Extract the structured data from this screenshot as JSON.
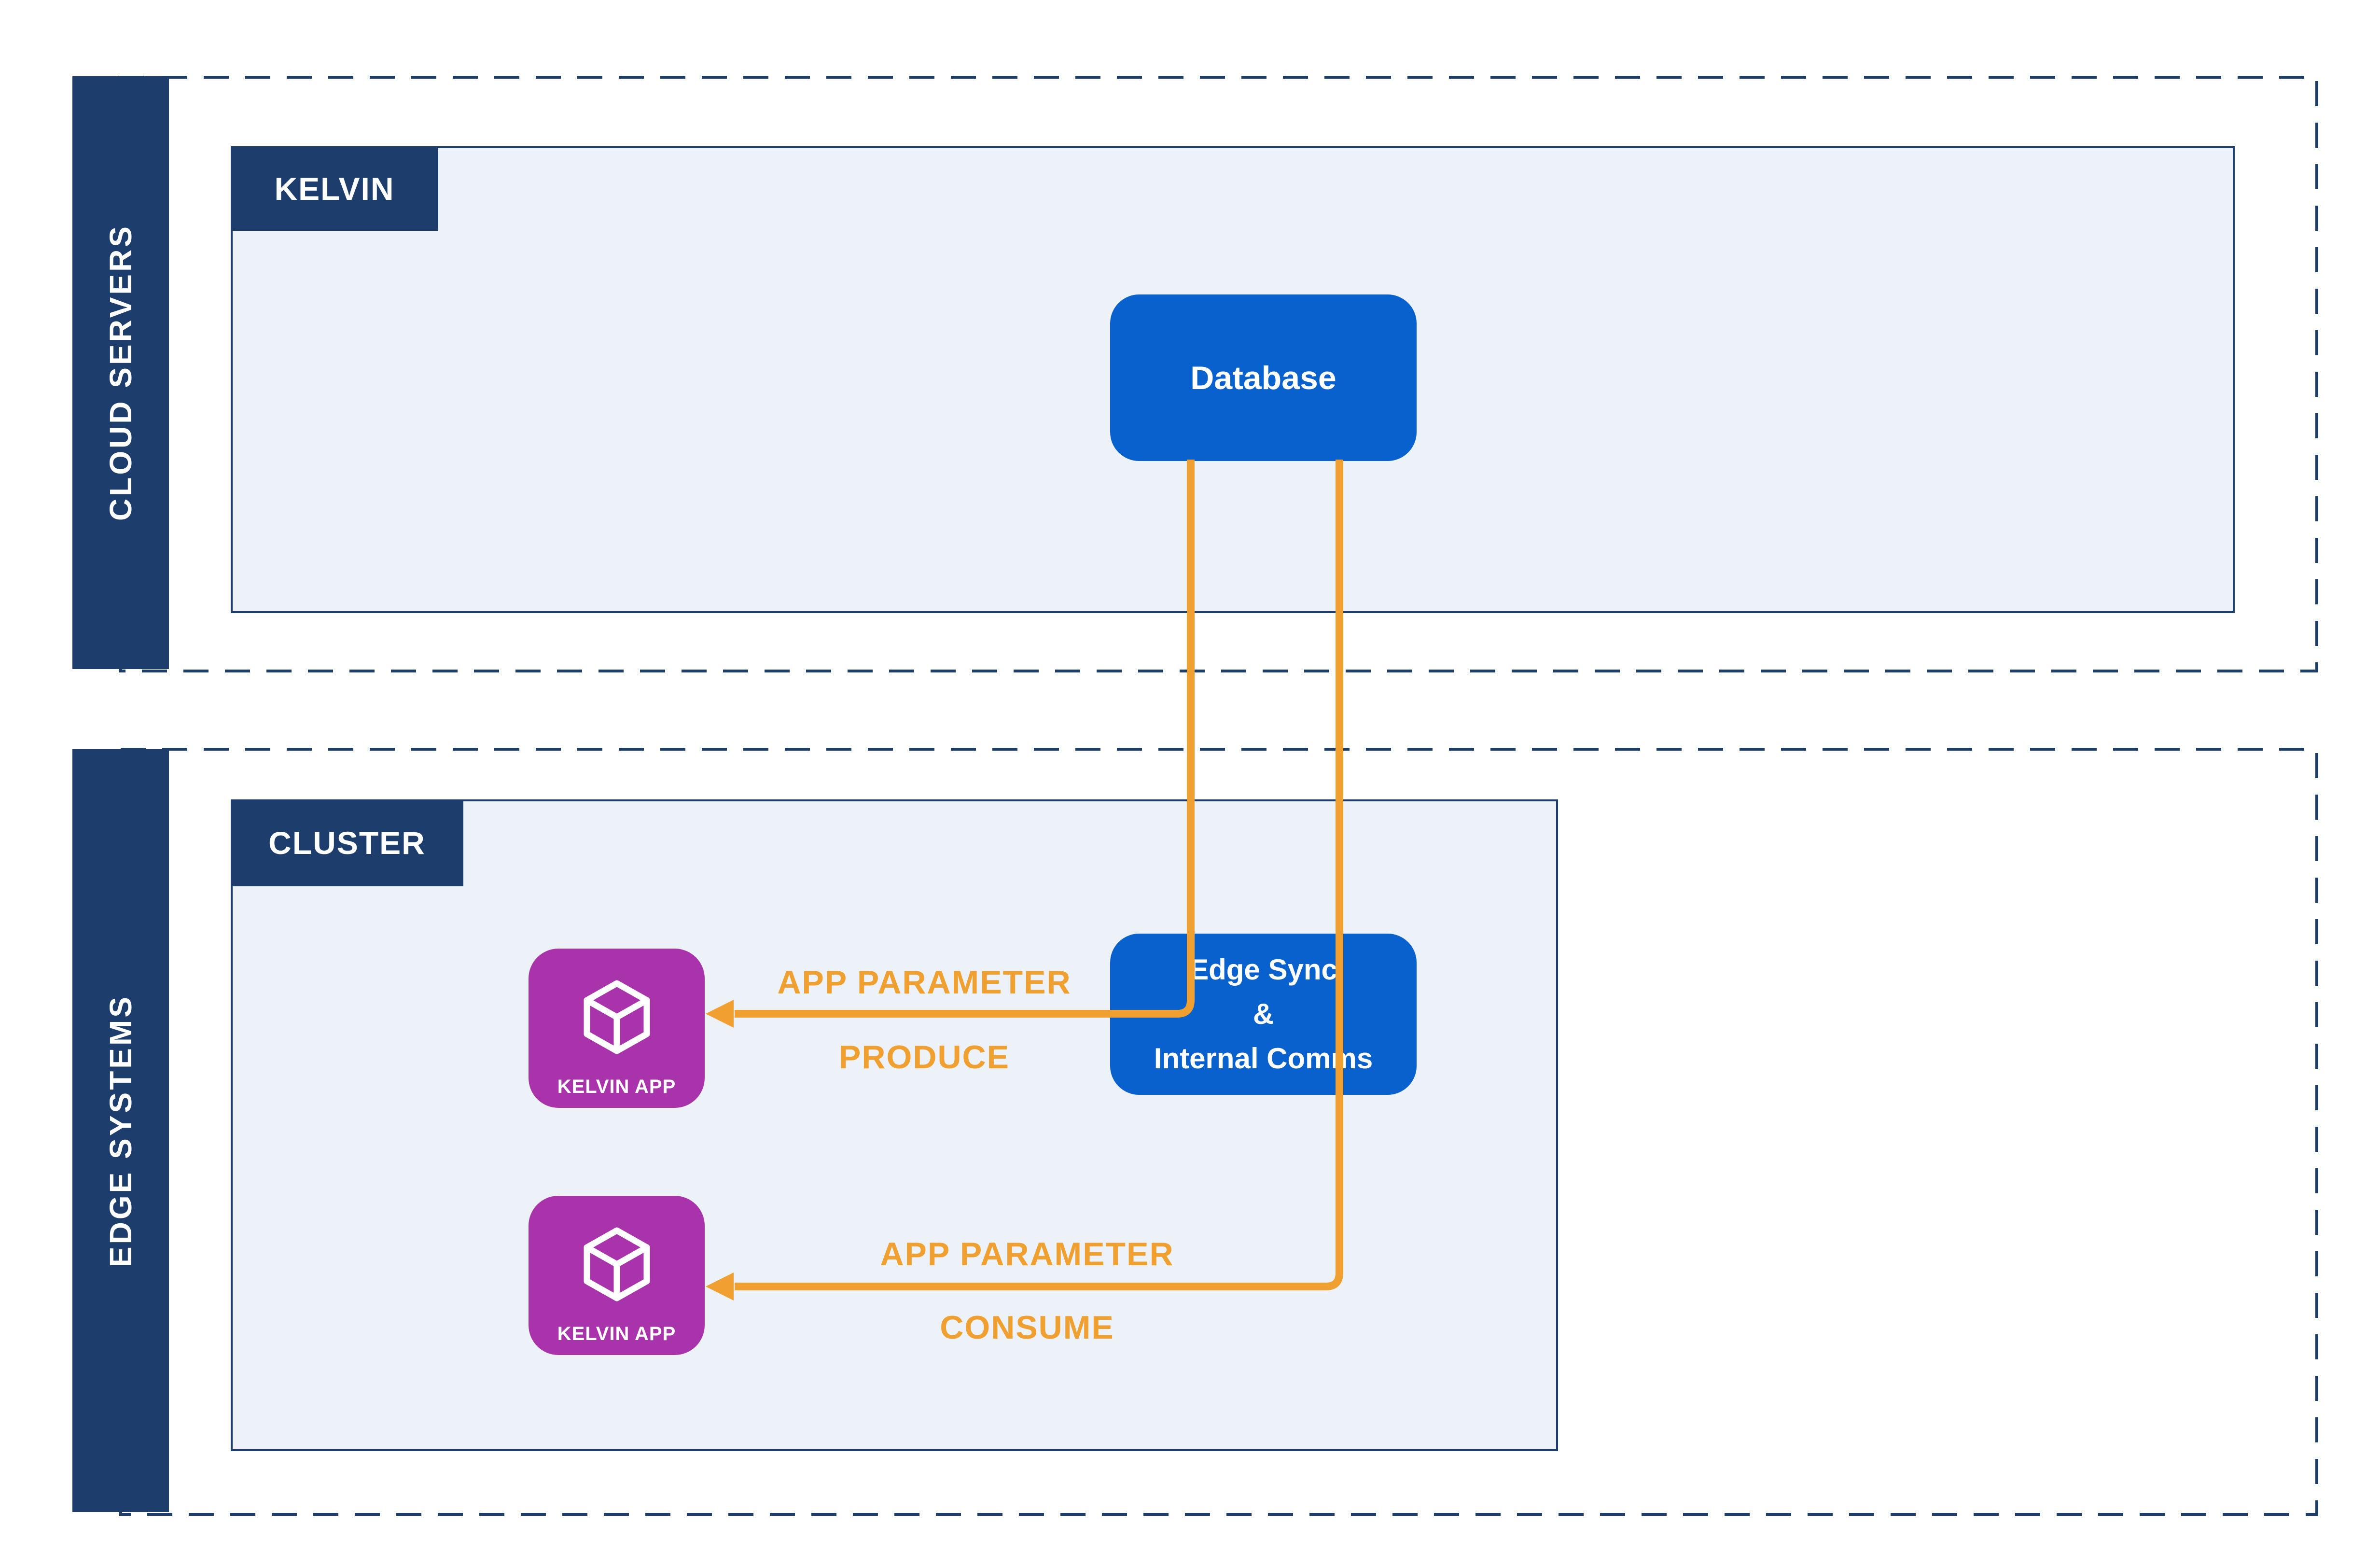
{
  "colors": {
    "navy": "#1d3e6c",
    "node_blue": "#0861cc",
    "app_purple": "#a833aa",
    "flow_orange": "#f0a030",
    "panel_fill": "#edf2f8",
    "background": "#ffffff",
    "text_on_dark": "#ffffff"
  },
  "sections": {
    "cloud_servers": {
      "label": "CLOUD SERVERS"
    },
    "edge_systems": {
      "label": "EDGE SYSTEMS"
    }
  },
  "panels": {
    "kelvin": {
      "label": "KELVIN"
    },
    "cluster": {
      "label": "CLUSTER"
    }
  },
  "nodes": {
    "database": {
      "label": "Database"
    },
    "edge_sync": {
      "line1": "Edge Sync",
      "line2": "&",
      "line3": "Internal Comms"
    }
  },
  "apps": {
    "produce_app": {
      "label": "KELVIN APP",
      "icon": "cube-icon"
    },
    "consume_app": {
      "label": "KELVIN APP",
      "icon": "cube-icon"
    }
  },
  "flows": {
    "produce": {
      "label_line1": "APP PARAMETER",
      "label_line2": "PRODUCE"
    },
    "consume": {
      "label_line1": "APP PARAMETER",
      "label_line2": "CONSUME"
    }
  }
}
